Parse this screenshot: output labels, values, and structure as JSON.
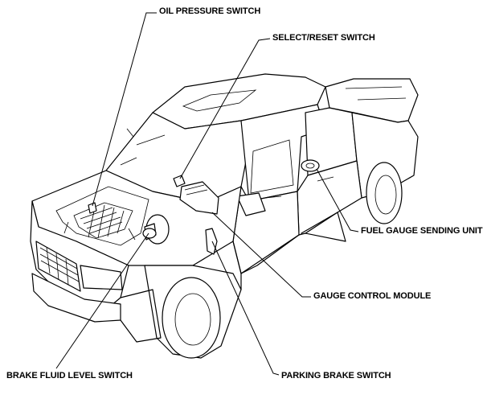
{
  "labels": {
    "oil_pressure_switch": "OIL PRESSURE SWITCH",
    "select_reset_switch": "SELECT/RESET SWITCH",
    "fuel_gauge_sending_unit": "FUEL GAUGE SENDING UNIT",
    "gauge_control_module": "GAUGE CONTROL MODULE",
    "brake_fluid_level_switch": "BRAKE FLUID LEVEL SWITCH",
    "parking_brake_switch": "PARKING BRAKE SWITCH"
  }
}
